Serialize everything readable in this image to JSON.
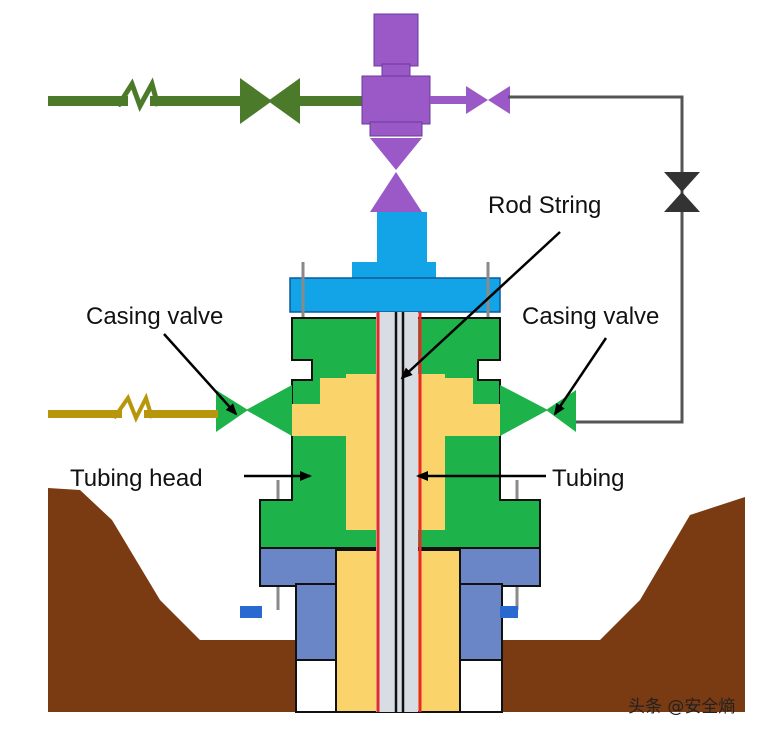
{
  "labels": {
    "rod_string": "Rod String",
    "casing_valve_left": "Casing valve",
    "casing_valve_right": "Casing valve",
    "tubing_head": "Tubing head",
    "tubing": "Tubing"
  },
  "watermark": "头条 @安全熵",
  "colors": {
    "green_component": "#1db34a",
    "dark_green_line": "#4a7a2a",
    "purple_component": "#9b59c8",
    "blue_component": "#13a4e8",
    "slate_blue": "#6b86c6",
    "yellow_bore": "#fad46b",
    "brown_ground": "#7a3a12",
    "gold_line": "#b8960c",
    "tubing_red": "#e52a2a"
  }
}
